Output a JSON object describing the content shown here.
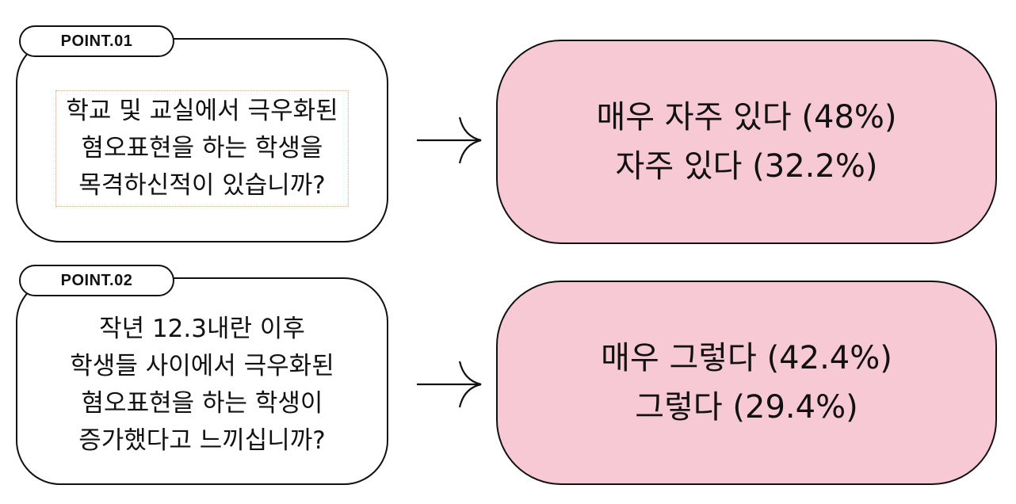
{
  "points": [
    {
      "tag": "POINT.01",
      "question": "학교 및 교실에서 극우화된\n혐오표현을 하는 학생을\n목격하신적이 있습니까?",
      "answer": "매우 자주 있다 (48%)\n자주 있다 (32.2%)",
      "arrow_icon": "right-arrow-icon"
    },
    {
      "tag": "POINT.02",
      "question": "작년 12.3내란 이후\n학생들 사이에서 극우화된\n혐오표현을 하는 학생이\n증가했다고 느끼십니까?",
      "answer": "매우 그렇다 (42.4%)\n그렇다 (29.4%)",
      "arrow_icon": "right-arrow-icon"
    }
  ],
  "colors": {
    "answer_fill": "#f6c9d5",
    "outline": "#111111",
    "background": "#ffffff"
  }
}
